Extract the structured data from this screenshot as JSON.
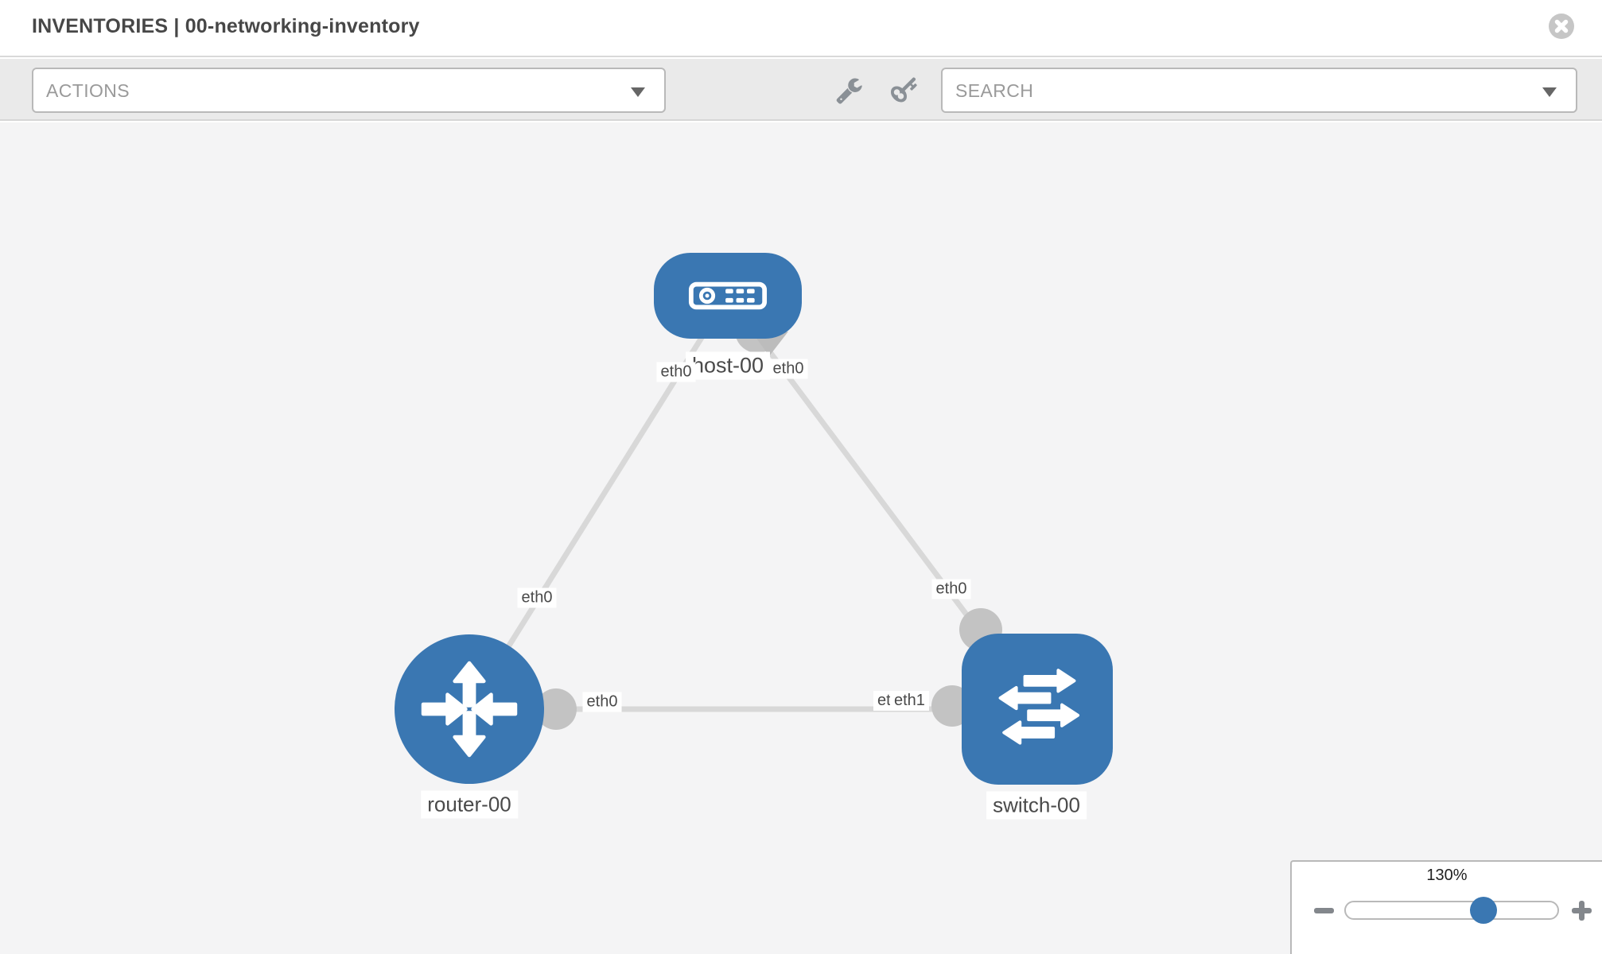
{
  "header": {
    "title": "INVENTORIES | 00-networking-inventory"
  },
  "toolbar": {
    "actions_label": "ACTIONS",
    "search_label": "SEARCH",
    "icons": [
      "wrench-icon",
      "key-icon"
    ]
  },
  "topology": {
    "nodes": [
      {
        "label": "host-00",
        "type": "host",
        "shape": "rounded-rect",
        "icon": "server-icon"
      },
      {
        "label": "router-00",
        "type": "router",
        "shape": "circle",
        "icon": "router-arrows-icon"
      },
      {
        "label": "switch-00",
        "type": "switch",
        "shape": "rounded-square",
        "icon": "switch-arrows-icon"
      }
    ],
    "links": [
      {
        "from": "host-00",
        "from_interface": "eth0",
        "to": "router-00",
        "to_interface": "eth0"
      },
      {
        "from": "host-00",
        "from_interface": "eth0",
        "to": "switch-00",
        "to_interface": "eth0"
      },
      {
        "from": "router-00",
        "from_interface": "eth0",
        "to": "switch-00",
        "to_interface": "eth1"
      }
    ],
    "interface_chips": {
      "host_left": "eth0",
      "host_right": "eth0",
      "router_top": "eth0",
      "switch_top": "eth0",
      "router_right": "eth0",
      "switch_left_back": "eth0",
      "switch_left_front": "eth1"
    }
  },
  "zoom_control": {
    "level": "130%",
    "percent": 130
  },
  "colors": {
    "node_blue": "#3a77b2",
    "link_gray": "#d8d8d8",
    "connector_gray": "#c3c3c3",
    "canvas_bg": "#f4f4f5",
    "toolbar_bg": "#eaeaea"
  }
}
